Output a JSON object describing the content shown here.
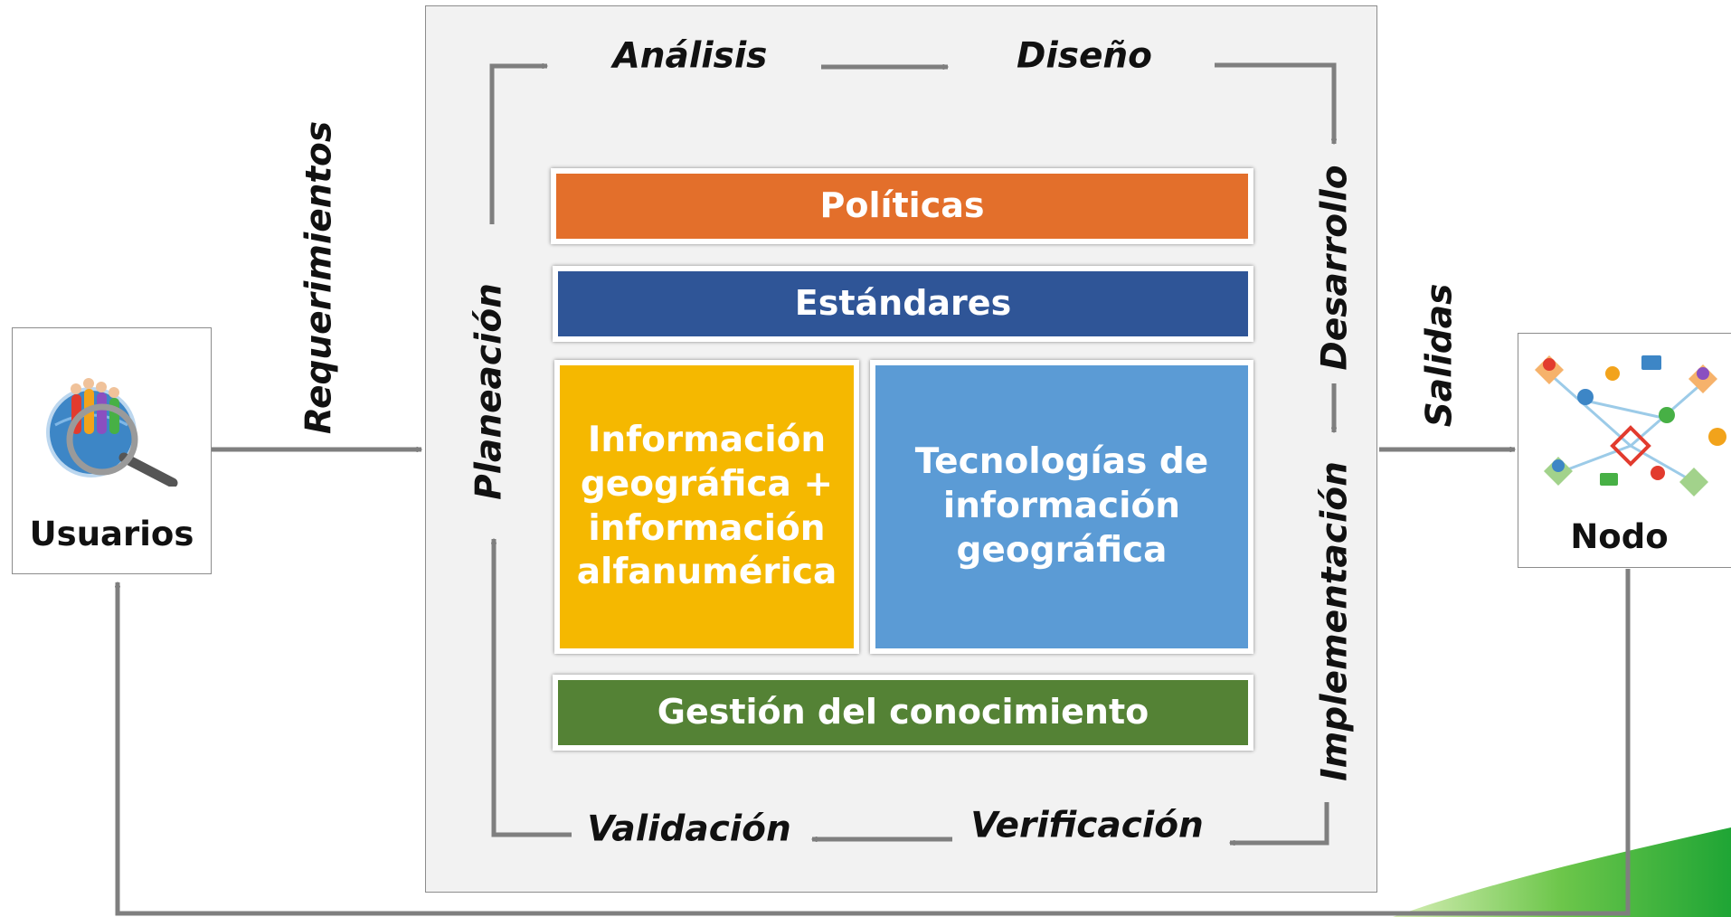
{
  "colors": {
    "politicas": "#e36f2b",
    "estandares": "#2f5597",
    "informacion": "#f5b800",
    "tecnologias": "#5b9bd5",
    "gestion": "#548235",
    "arrow": "#7f7f7f",
    "frame": "#f2f2f2",
    "accent_green": "#2bb53a"
  },
  "external": {
    "usuarios": {
      "label": "Usuarios",
      "icon": "users-search-icon"
    },
    "nodo": {
      "label": "Nodo",
      "icon": "network-people-icon"
    }
  },
  "flows": {
    "requerimientos": "Requerimientos",
    "salidas": "Salidas"
  },
  "phases": {
    "analisis": "Análisis",
    "diseno": "Diseño",
    "desarrollo": "Desarrollo",
    "implementacion": "Implementación",
    "verificacion": "Verificación",
    "validacion": "Validación",
    "planeacion": "Planeación"
  },
  "blocks": {
    "politicas": "Políticas",
    "estandares": "Estándares",
    "informacion": [
      "Información",
      "geográfica +",
      "información",
      "alfanumérica"
    ],
    "tecnologias": [
      "Tecnologías de",
      "información",
      "geográfica"
    ],
    "gestion": "Gestión del conocimiento"
  }
}
